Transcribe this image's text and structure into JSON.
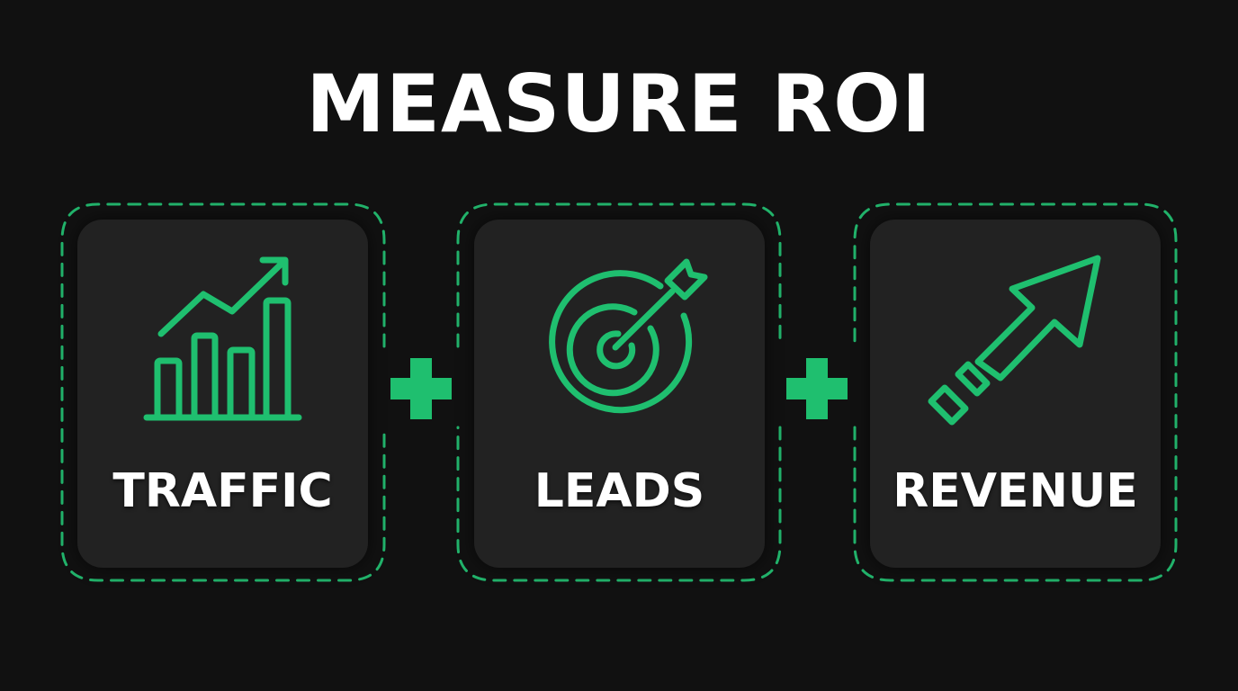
{
  "title": "MEASURE ROI",
  "colors": {
    "background": "#111111",
    "card": "#222222",
    "accent": "#1fbf6f",
    "dashed_border": "#22b36b",
    "text": "#ffffff"
  },
  "cards": [
    {
      "label": "TRAFFIC",
      "icon": "bar-chart-trend-up-icon"
    },
    {
      "label": "LEADS",
      "icon": "target-arrow-icon"
    },
    {
      "label": "REVENUE",
      "icon": "arrow-up-right-icon"
    }
  ],
  "operators": [
    {
      "symbol": "+",
      "icon": "plus-icon"
    },
    {
      "symbol": "+",
      "icon": "plus-icon"
    }
  ]
}
